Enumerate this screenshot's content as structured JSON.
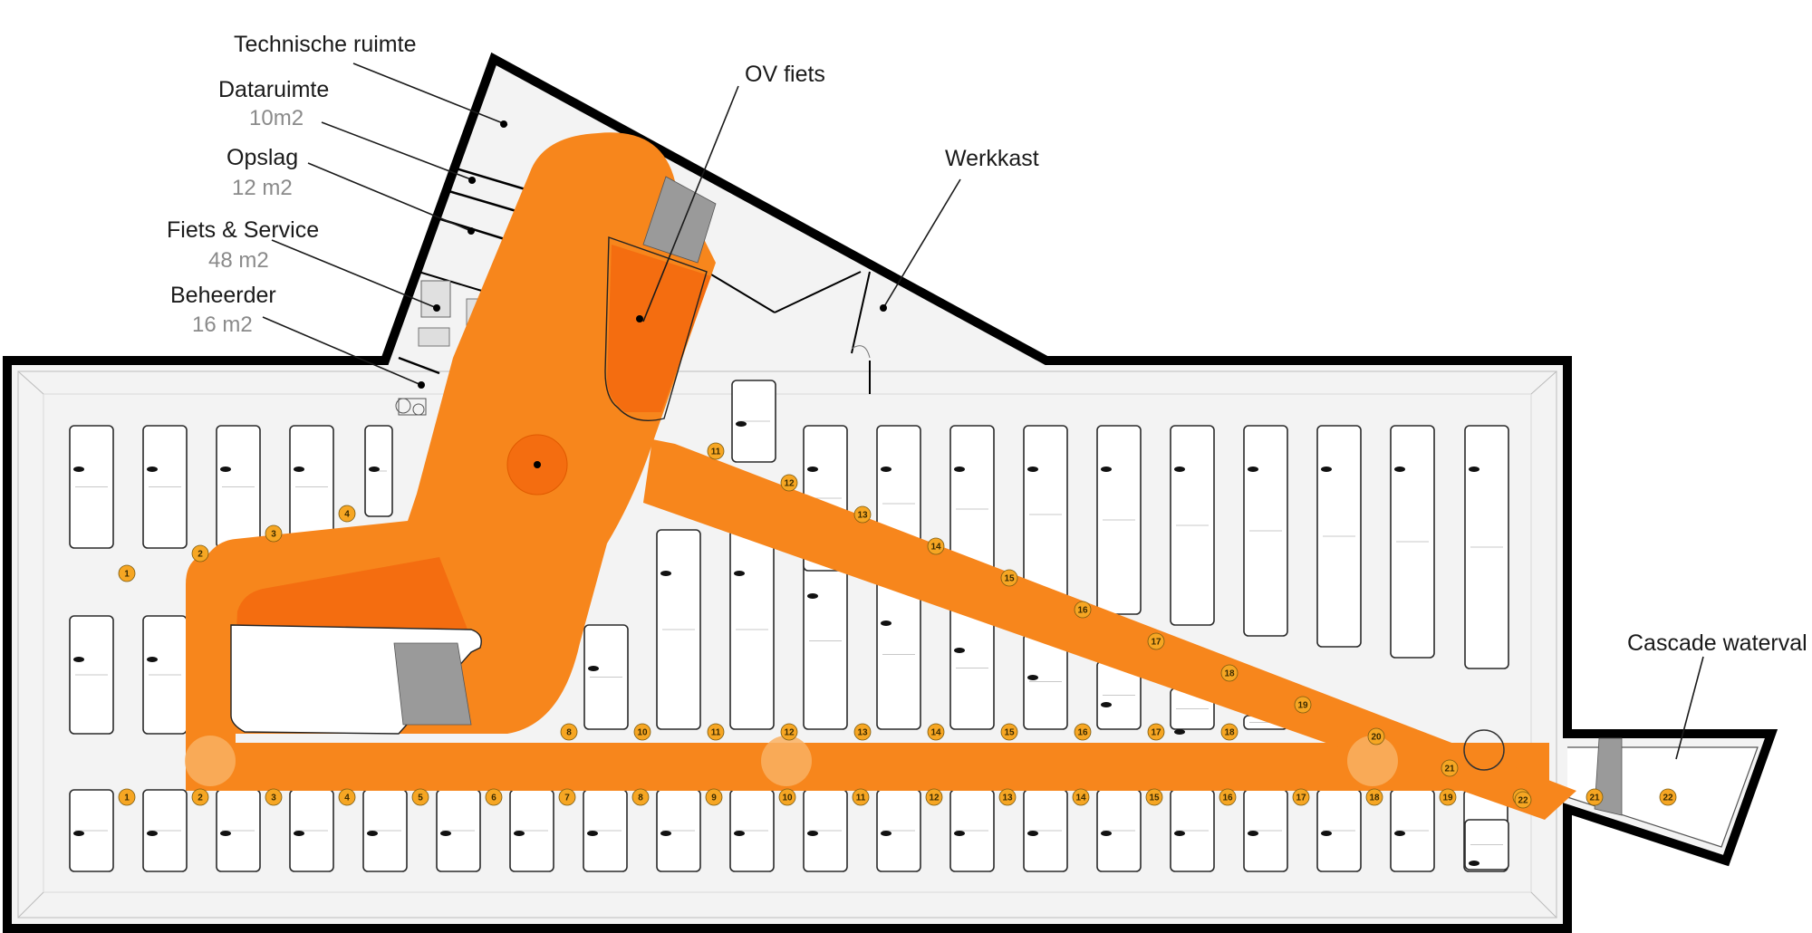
{
  "labels": {
    "technische_ruimte": "Technische ruimte",
    "dataruimte": "Dataruimte",
    "dataruimte_area": "10m2",
    "opslag": "Opslag",
    "opslag_area": "12 m2",
    "fiets_service": "Fiets & Service",
    "fiets_service_area": "48 m2",
    "beheerder": "Beheerder",
    "beheerder_area": "16 m2",
    "ov_fiets": "OV fiets",
    "werkkast": "Werkkast",
    "cascade_waterval": "Cascade waterval"
  },
  "row_numbers": {
    "bottom": [
      "1",
      "2",
      "3",
      "4",
      "5",
      "6",
      "7",
      "8",
      "9",
      "10",
      "11",
      "12",
      "13",
      "14",
      "15",
      "16",
      "17",
      "18",
      "19",
      "20",
      "21",
      "22"
    ],
    "mid": [
      "8",
      "10",
      "11",
      "12",
      "13",
      "14",
      "15",
      "16",
      "17",
      "18"
    ],
    "diagonal": [
      "11",
      "12",
      "13",
      "14",
      "15",
      "16",
      "17",
      "18",
      "19",
      "20",
      "21",
      "22"
    ],
    "upper_left": [
      "1",
      "2",
      "3",
      "4"
    ]
  },
  "colors": {
    "route": "#f7861c",
    "route_dark": "#f46d10",
    "badge": "#f6a623",
    "wall": "#000000",
    "floor": "#f3f3f3"
  }
}
